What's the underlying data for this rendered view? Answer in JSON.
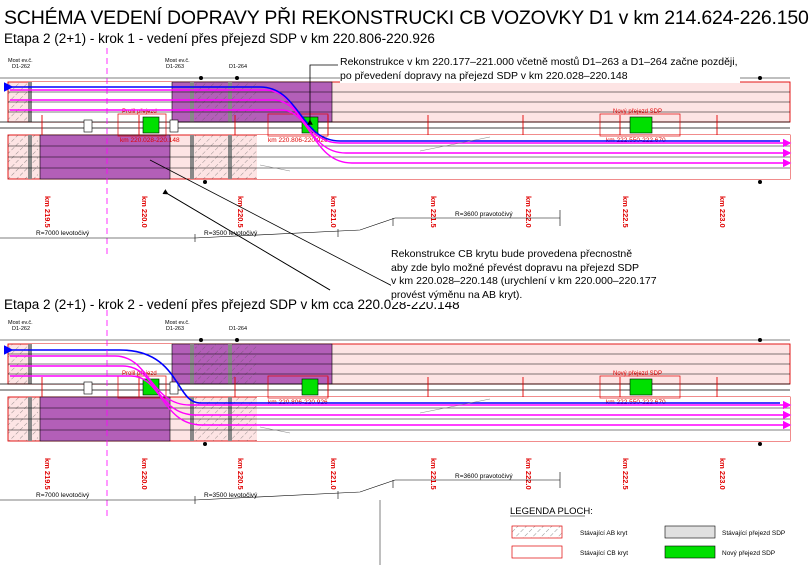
{
  "title": "SCHÉMA VEDENÍ DOPRAVY PŘI REKONSTRUCKI CB VOZOVKY D1 v km 214.624-226.150",
  "stages": [
    {
      "title": "Etapa 2 (2+1) - krok 1 - vedení přes přejezd SDP v km 220.806-220.926",
      "bridge_left": [
        "Most ev.č.",
        "D1-262"
      ],
      "bridge_mid_a": [
        "Most ev.č.",
        "D1-263"
      ],
      "bridge_mid_b": "D1-264",
      "old_sdp_label": "Prolil přejezd",
      "new_sdp_label": "Nový přejezd SDP",
      "range_left": "km 220.028-220.148",
      "range_mid": "km 220.806-220.926",
      "range_right": "km 222.550-222.670"
    },
    {
      "title": "Etapa 2 (2+1) - krok 2 - vedení přes přejezd SDP v km cca 220.028-220.148",
      "bridge_left": [
        "Most ev.č.",
        "D1-262"
      ],
      "bridge_mid_a": [
        "Most ev.č.",
        "D1-263"
      ],
      "bridge_mid_b": "D1-264",
      "old_sdp_label": "Prolil přejezd",
      "new_sdp_label": "Nový přejezd SDP",
      "range_mid": "km 220.806-220.926",
      "range_right": "km 222.550-222.670"
    }
  ],
  "km_labels": [
    "km 219.5",
    "km 220.0",
    "km 220.5",
    "km 221.0",
    "km 221.5",
    "km 222.0",
    "km 222.5",
    "km 223.0"
  ],
  "curves": {
    "r1": "R=7000 levotočivý",
    "r2": "R=3500 levotočivý",
    "r3": "R=3600 pravotočivý"
  },
  "note1": [
    "Rekonstrukce v km 220.177–221.000 včetně mostů D1–263 a D1–264 začne později,",
    "po převedení dopravy na přejezd SDP v km 220.028–220.148"
  ],
  "note2": [
    "Rekonstrukce CB krytu bude provedena přecnostně",
    "aby zde bylo možné převést dopravu na přejezd SDP",
    "v km 220.028–220.148 (urychlení v km 220.000–220.177",
    "provést výměnu na AB kryt)."
  ],
  "legend": {
    "title": "LEGENDA PLOCH:",
    "items": [
      "Stávající AB kryt",
      "Stávající CB kryt",
      "Stávající přejezd SDP",
      "Nový přejezd SDP"
    ]
  },
  "colors": {
    "magenta": "#ff00ff",
    "blue": "#0000ff",
    "purple": "#b35fb8",
    "pink": "#fde4e4",
    "red": "#e00000",
    "green": "#00e000"
  }
}
